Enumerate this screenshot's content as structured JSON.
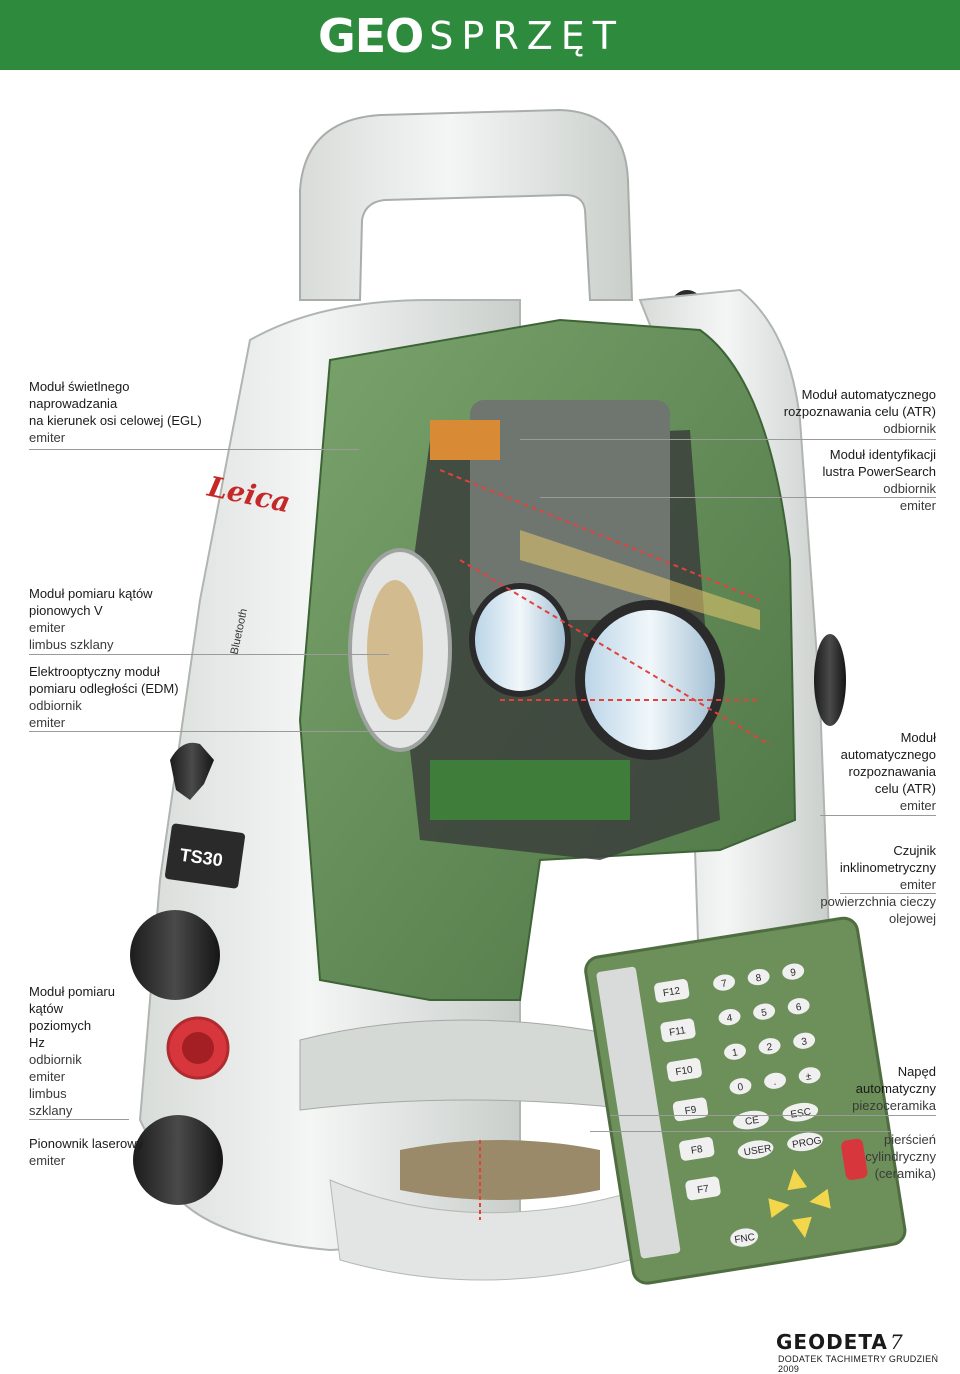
{
  "header": {
    "brand_geo": "GEO",
    "brand_sprzet": "SPRZĘT"
  },
  "callouts_left": [
    {
      "lines": [
        "Moduł świetlnego",
        "naprowadzania",
        "na kierunek osi celowej (EGL)"
      ],
      "sub": [
        "emiter"
      ]
    },
    {
      "lines": [
        "Moduł pomiaru kątów",
        "pionowych V"
      ],
      "sub": [
        "emiter",
        "limbus szklany"
      ]
    },
    {
      "lines": [
        "Elektrooptyczny moduł",
        "pomiaru odległości (EDM)"
      ],
      "sub": [
        "odbiornik",
        "emiter"
      ]
    },
    {
      "lines": [
        "Moduł pomiaru",
        "kątów",
        "poziomych",
        "Hz"
      ],
      "sub": [
        "odbiornik",
        "emiter",
        "limbus",
        "szklany"
      ]
    },
    {
      "lines": [
        "Pionownik laserowy"
      ],
      "sub": [
        "emiter"
      ]
    }
  ],
  "callouts_right": [
    {
      "lines": [
        "Moduł automatycznego",
        "rozpoznawania celu (ATR)"
      ],
      "sub": [
        "odbiornik"
      ]
    },
    {
      "lines": [
        "Moduł identyfikacji",
        "lustra PowerSearch"
      ],
      "sub": [
        "odbiornik",
        "emiter"
      ]
    },
    {
      "lines": [
        "Moduł",
        "automatycznego",
        "rozpoznawania",
        "celu (ATR)"
      ],
      "sub": [
        "emiter"
      ]
    },
    {
      "lines": [
        "Czujnik",
        "inklinometryczny"
      ],
      "sub": [
        "emiter",
        "powierzchnia cieczy",
        "olejowej"
      ]
    },
    {
      "lines": [
        "Napęd",
        "automatyczny"
      ],
      "sub": [
        "piezoceramika"
      ]
    },
    {
      "lines": [],
      "sub": [
        "pierścień",
        "cylindryczny",
        "(ceramika)"
      ]
    }
  ],
  "device": {
    "brand_text": "Leica",
    "model_text": "TS30",
    "bluetooth_text": "Bluetooth"
  },
  "keypad": {
    "fkeys": [
      "F12",
      "F11",
      "F10",
      "F9",
      "F8",
      "F7"
    ],
    "digits": [
      "7",
      "8",
      "9",
      "4",
      "5",
      "6",
      "1",
      "2",
      "3",
      "0",
      ".",
      "±"
    ],
    "special": [
      "CE",
      "ESC",
      "USER",
      "PROG",
      "FNC"
    ]
  },
  "footer": {
    "logo": "GEODETA",
    "page": "7",
    "subtitle": "DODATEK TACHIMETRY GRUDZIEŃ 2009"
  },
  "colors": {
    "header": "#2e8b3d",
    "instrument_green": "#5f8a55",
    "housing": "#e9ecea",
    "keypad": "#6d8f5a"
  }
}
